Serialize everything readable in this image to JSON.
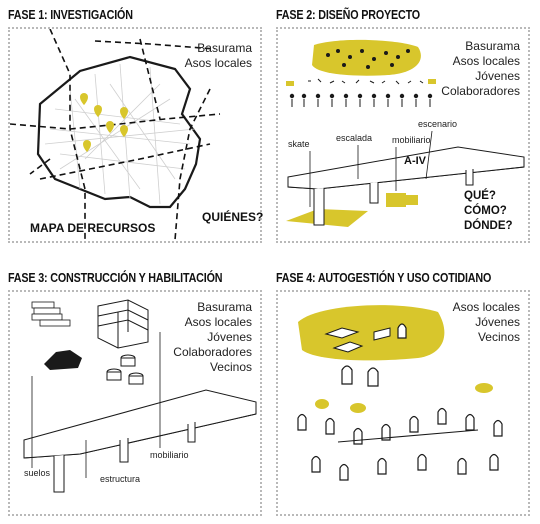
{
  "colors": {
    "accent": "#d8c62c",
    "ink": "#1a1a1a",
    "border": "#b9b9b9"
  },
  "phase1": {
    "title": "FASE 1: INVESTIGACIÓN",
    "actors": [
      "Basurama",
      "Asos locales"
    ],
    "map_label": "MAPA DE RECURSOS",
    "question": "QUIÉNES?"
  },
  "phase2": {
    "title": "FASE 2: DISEÑO PROYECTO",
    "actors": [
      "Basurama",
      "Asos locales",
      "Jóvenes",
      "Colaboradores"
    ],
    "labels": {
      "skate": "skate",
      "escalada": "escalada",
      "mobiliario": "mobiliario",
      "escenario": "escenario"
    },
    "road": "A-IV",
    "questions": [
      "QUÉ?",
      "CÓMO?",
      "DÓNDE?"
    ]
  },
  "phase3": {
    "title": "FASE 3: CONSTRUCCIÓN Y HABILITACIÓN",
    "actors": [
      "Basurama",
      "Asos locales",
      "Jóvenes",
      "Colaboradores",
      "Vecinos"
    ],
    "labels": {
      "mobiliario": "mobiliario",
      "suelos": "suelos",
      "estructura": "estructura"
    }
  },
  "phase4": {
    "title": "FASE 4: AUTOGESTIÓN Y USO COTIDIANO",
    "actors": [
      "Asos locales",
      "Jóvenes",
      "Vecinos"
    ]
  }
}
